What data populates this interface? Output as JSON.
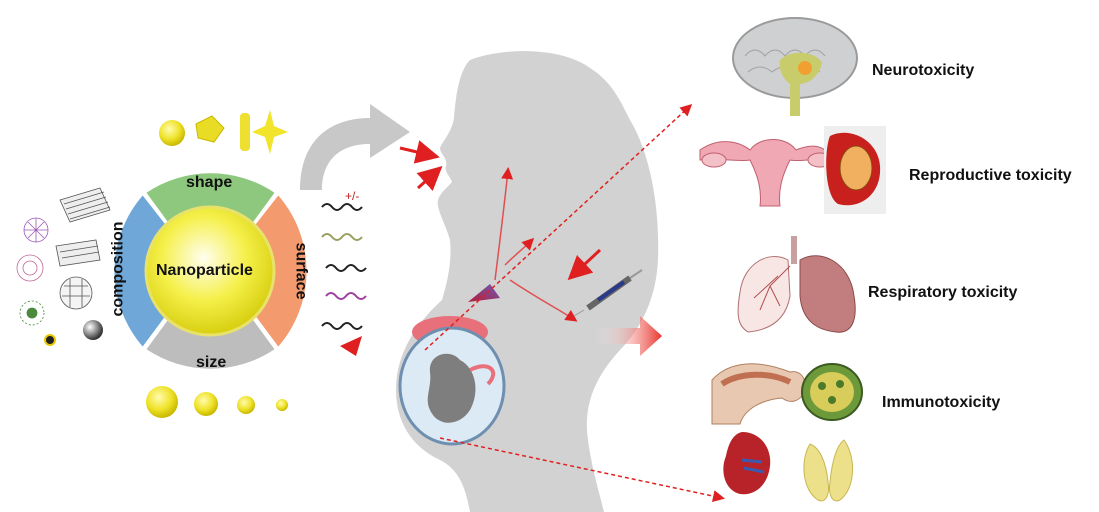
{
  "center_label": "Nanoparticle",
  "segments": {
    "top": "shape",
    "left": "composition",
    "right": "surface",
    "bottom": "size"
  },
  "colors": {
    "shape_segment": "#8dc87e",
    "composition_segment": "#6fa8d8",
    "surface_segment": "#f39a6e",
    "size_segment": "#bdbdbd",
    "core": "#f2ee2a",
    "silhouette": "#cfcfcf",
    "arrow": "#e02020"
  },
  "toxicities": [
    {
      "label": "Neurotoxicity",
      "icon": "brain-icon"
    },
    {
      "label": "Reproductive toxicity",
      "icon": "uterus-icon"
    },
    {
      "label": "Respiratory toxicity",
      "icon": "lungs-icon"
    },
    {
      "label": "Immunotoxicity",
      "icon": "bone-marrow-icon"
    }
  ],
  "extra_icons": [
    "kidney-icon",
    "thymus-icon",
    "syringe-icon",
    "pregnant-woman-silhouette",
    "fetus-icon"
  ]
}
